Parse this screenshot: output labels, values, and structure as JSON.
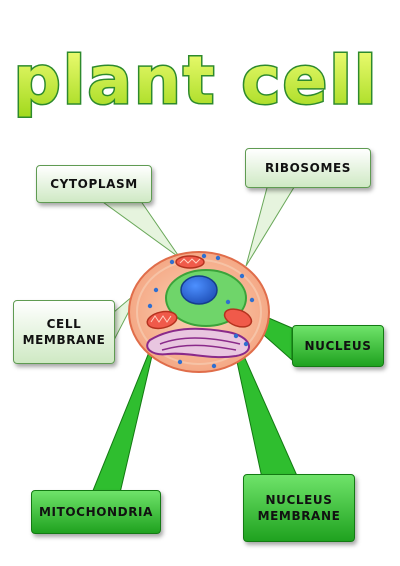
{
  "title": "plant cell",
  "colors": {
    "title_fill": "#c7ee3a",
    "title_outline": "#2d8a2d",
    "label_dark": "#2fbe2f",
    "label_light": "#e9f6e2",
    "cell_wall": "#f2a07e",
    "chloroplast": "#f05a4a",
    "nucleus": "#2f6fd0",
    "vacuole_outline": "#8a2a8a"
  },
  "labels": {
    "cytoplasm": "CYTOPLASM",
    "ribosomes": "RIBOSOMES",
    "cell_membrane": "CELL\nMEMBRANE",
    "nucleus": "NUCLEUS",
    "mitochondria": "MITOCHONDRIA",
    "nucleus_membrane": "NUCLEUS\nMEMBRANE"
  }
}
